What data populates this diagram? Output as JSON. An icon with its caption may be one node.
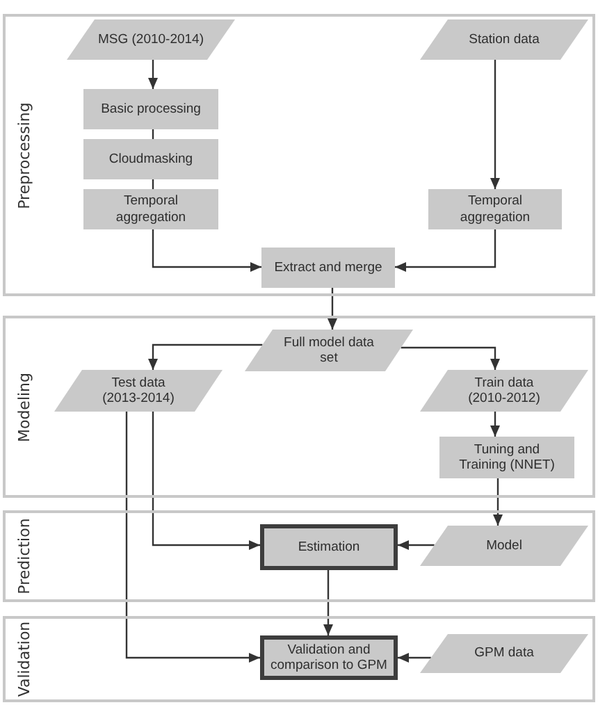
{
  "diagram": {
    "nodes": [
      {
        "text": [
          "Preprocessing"
        ]
      },
      {
        "text": [
          "MSG (2010-2014)"
        ],
        "in": 0
      },
      {
        "text": [
          "Basic processing"
        ],
        "in": 0
      },
      {
        "text": [
          "Cloudmasking"
        ],
        "in": 0
      },
      {
        "text": [
          "Temporal aggregation"
        ],
        "in": 0
      },
      {
        "text": [
          "Station data"
        ],
        "in": 0
      },
      {
        "text": [
          "Temporal aggregation"
        ],
        "in": 0
      },
      {
        "text": [
          "Extract and merge"
        ],
        "in": 0
      },
      {
        "text": [
          "Modeling"
        ]
      },
      {
        "text": [
          "Full model data set"
        ],
        "in": 8
      },
      {
        "text": [
          "Test data (2013-2014)"
        ],
        "in": 8
      },
      {
        "text": [
          "Train data (2010-2012)"
        ],
        "in": 8
      },
      {
        "text": [
          "Tuning and Training (NNET)"
        ],
        "in": 8
      },
      {
        "text": [
          "Prediction"
        ]
      },
      {
        "text": [
          "Estimation"
        ],
        "in": 13
      },
      {
        "text": [
          "Model"
        ],
        "in": 13
      },
      {
        "text": [
          "Validation"
        ]
      },
      {
        "text": [
          "Validation and comparison to GPM"
        ],
        "in": 16
      },
      {
        "text": [
          "GPM data"
        ],
        "in": 16
      }
    ],
    "edges": [
      {
        "from": 1,
        "to": 2,
        "arrow": "to"
      },
      {
        "from": 2,
        "to": 3,
        "arrow": "none"
      },
      {
        "from": 3,
        "to": 4,
        "arrow": "none"
      },
      {
        "from": 4,
        "to": 7,
        "arrow": "to"
      },
      {
        "from": 5,
        "to": 6,
        "arrow": "to"
      },
      {
        "from": 6,
        "to": 7,
        "arrow": "to"
      },
      {
        "from": 7,
        "to": 9,
        "arrow": "to"
      },
      {
        "from": 9,
        "to": 10,
        "arrow": "to"
      },
      {
        "from": 9,
        "to": 11,
        "arrow": "to"
      },
      {
        "from": 11,
        "to": 12,
        "arrow": "to"
      },
      {
        "from": 12,
        "to": 15,
        "arrow": "to"
      },
      {
        "from": 10,
        "to": 14,
        "arrow": "to"
      },
      {
        "from": 10,
        "to": 17,
        "arrow": "to"
      },
      {
        "from": 15,
        "to": 14,
        "arrow": "to"
      },
      {
        "from": 14,
        "to": 17,
        "arrow": "to"
      },
      {
        "from": 18,
        "to": 17,
        "arrow": "to"
      }
    ]
  }
}
